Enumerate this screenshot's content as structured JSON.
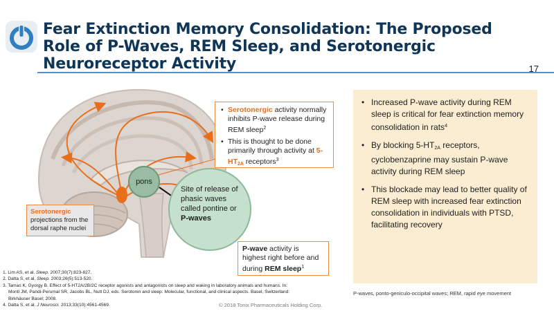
{
  "slide": {
    "title_lines": [
      "Fear Extinction Memory Consolidation: The Proposed",
      "Role of P-Waves, REM Sleep, and Serotonergic",
      "Neuroreceptor Activity"
    ],
    "page_number": "17"
  },
  "serotonergic_callout": {
    "bullet1_highlight": "Serotonergic",
    "bullet1_text": " activity normally inhibits P-wave release during REM sleep",
    "bullet1_ref": "2",
    "bullet2_text": "This is thought to be done primarily through activity at ",
    "bullet2_highlight": "5-HT",
    "bullet2_sub": "2A",
    "bullet2_tail": " receptors",
    "bullet2_ref": "3"
  },
  "pons_label": "pons",
  "site_circle": {
    "text": "Site of release of phasic waves called pontine or ",
    "bold": "P-waves"
  },
  "serotonergic_box": {
    "highlight": "Serotonergic",
    "text": "projections from the dorsal raphe nuclei"
  },
  "pwave_box": {
    "bold1": "P-wave",
    "text": " activity is highest right before and during ",
    "bold2": "REM sleep",
    "ref": "1"
  },
  "right_panel": {
    "b1_text": "Increased P-wave activity during REM sleep is critical for fear extinction memory consolidation in rats",
    "b1_ref": "4",
    "b2_pre": "By blocking 5-HT",
    "b2_sub": "2A",
    "b2_post": " receptors, cyclobenzaprine may sustain P-wave activity during REM sleep",
    "b3_text": "This blockade may lead to better quality of REM sleep with increased fear extinction consolidation in individuals with PTSD, facilitating recovery"
  },
  "abbreviations": "P-waves, ponto-geniculo-occipital waves; REM, rapid eye movement",
  "references": {
    "r1_pre": "1. Lim AS, et al. ",
    "r1_journal": "Sleep.",
    "r1_post": " 2007;30(7):823-827.",
    "r2_pre": "2. Datta S, et al. ",
    "r2_journal": "Sleep.",
    "r2_post": " 2003;26(5):513-520.",
    "r3_line1": "3. Tamas K, Gyorgy B. Effect of 5-HT2A/2B/2C receptor agonists and antagonists on sleep and waking in laboratory animals and humans. In:",
    "r3_line2": "Monti JM, Pandi-Perumal SR, Jacobs BL, Nutt DJ, eds. Serotonin and sleep: Molecular, functional, and clinical aspects. Basel, Switzerland:",
    "r3_line3": "Birkhäuser Basel; 2008.",
    "r4_pre": "4. Datta S, et al. ",
    "r4_journal": "J Neurosci.",
    "r4_post": " 2013;33(10):4561-4569."
  },
  "copyright": "© 2018 Tonix Pharmaceuticals Holding Corp.",
  "colors": {
    "title": "#0f3557",
    "accent_orange": "#e86e1c",
    "panel_bg": "#fbedd2",
    "circle_green": "#c5e0cc"
  },
  "icons": [
    "power-logo-icon",
    "brain-illustration",
    "arrow-icon"
  ]
}
